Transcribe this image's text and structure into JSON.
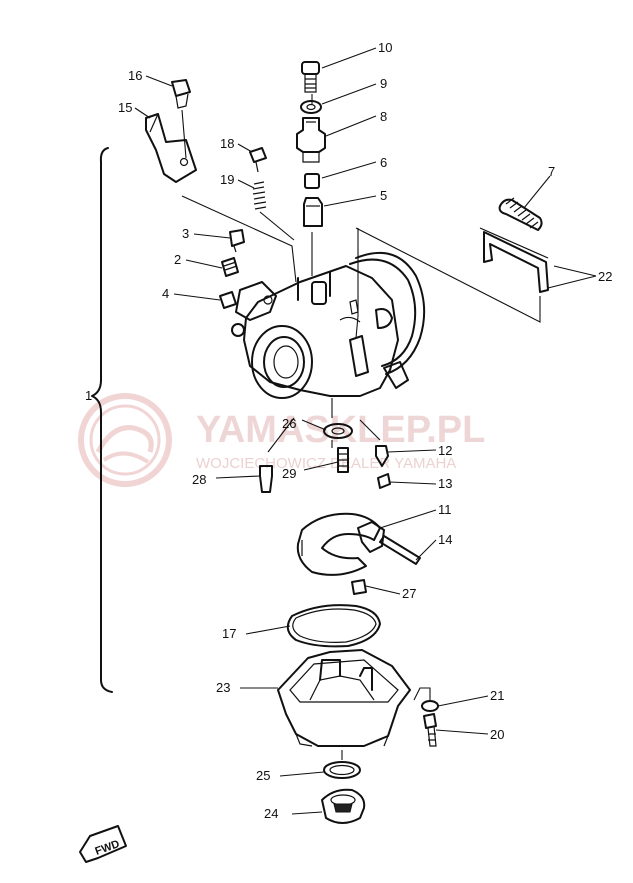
{
  "watermark": {
    "brand": "YAMASKLEP.PL",
    "subtitle": "WOJCIECHOWICZ DEALER YAMAHA"
  },
  "badge": {
    "label": "FWD"
  },
  "callouts": [
    {
      "id": "10",
      "label": "10"
    },
    {
      "id": "9",
      "label": "9"
    },
    {
      "id": "8",
      "label": "8"
    },
    {
      "id": "6",
      "label": "6"
    },
    {
      "id": "5",
      "label": "5"
    },
    {
      "id": "7",
      "label": "7"
    },
    {
      "id": "22",
      "label": "22"
    },
    {
      "id": "16",
      "label": "16"
    },
    {
      "id": "15",
      "label": "15"
    },
    {
      "id": "18",
      "label": "18"
    },
    {
      "id": "19",
      "label": "19"
    },
    {
      "id": "3",
      "label": "3"
    },
    {
      "id": "2",
      "label": "2"
    },
    {
      "id": "4",
      "label": "4"
    },
    {
      "id": "1",
      "label": "1"
    },
    {
      "id": "26",
      "label": "26"
    },
    {
      "id": "29",
      "label": "29"
    },
    {
      "id": "28",
      "label": "28"
    },
    {
      "id": "12",
      "label": "12"
    },
    {
      "id": "13",
      "label": "13"
    },
    {
      "id": "11",
      "label": "11"
    },
    {
      "id": "14",
      "label": "14"
    },
    {
      "id": "27",
      "label": "27"
    },
    {
      "id": "17",
      "label": "17"
    },
    {
      "id": "23",
      "label": "23"
    },
    {
      "id": "21",
      "label": "21"
    },
    {
      "id": "20",
      "label": "20"
    },
    {
      "id": "25",
      "label": "25"
    },
    {
      "id": "24",
      "label": "24"
    }
  ]
}
